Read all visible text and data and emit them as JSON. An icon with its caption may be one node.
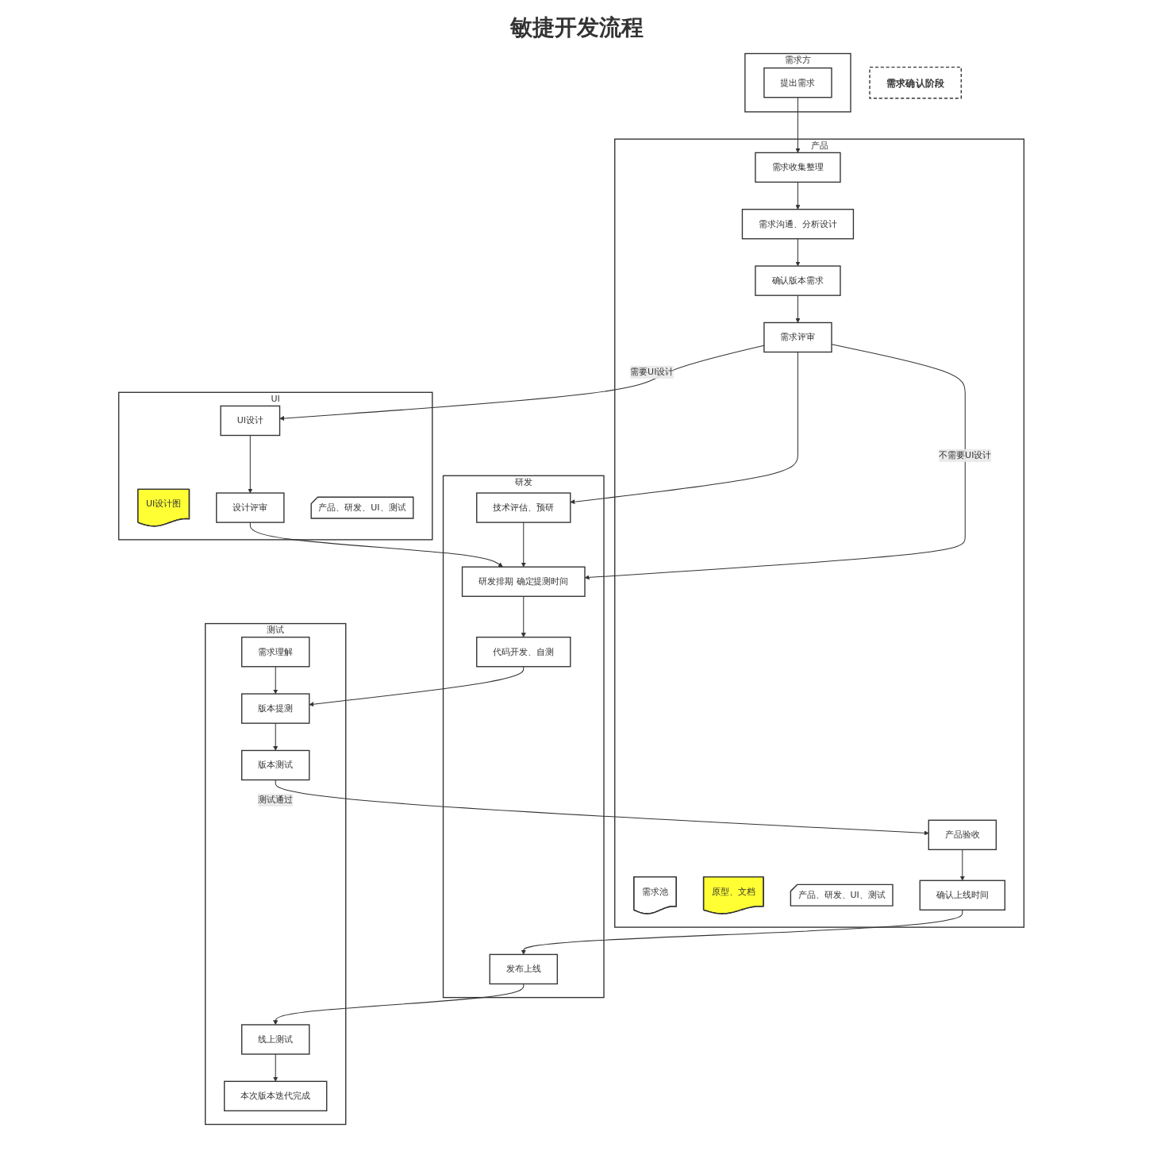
{
  "diagram": {
    "title": "敏捷开发流程",
    "nodes": [
      {
        "text": [
          "需求方"
        ]
      },
      {
        "text": [
          "产品"
        ]
      },
      {
        "text": [
          "UI"
        ]
      },
      {
        "text": [
          "研发"
        ]
      },
      {
        "text": [
          "测试"
        ]
      },
      {
        "text": [
          "需求确认阶段"
        ]
      },
      {
        "text": [
          "提出需求"
        ],
        "in": 0
      },
      {
        "text": [
          "需求收集整理"
        ],
        "in": 1
      },
      {
        "text": [
          "需求池"
        ],
        "in": 1
      },
      {
        "text": [
          "需求沟通、分析设计"
        ],
        "in": 1
      },
      {
        "text": [
          "原型、文档"
        ],
        "in": 1
      },
      {
        "text": [
          "确认版本需求"
        ],
        "in": 1
      },
      {
        "text": [
          "需求评审"
        ],
        "in": 1
      },
      {
        "text": [
          "产品、研发、UI、测试"
        ],
        "in": 1
      },
      {
        "text": [
          "UI设计"
        ],
        "in": 2
      },
      {
        "text": [
          "UI设计图"
        ],
        "in": 2
      },
      {
        "text": [
          "设计评审"
        ],
        "in": 2
      },
      {
        "text": [
          "产品、研发、UI、测试"
        ],
        "in": 2
      },
      {
        "text": [
          "需求理解"
        ],
        "in": 4
      },
      {
        "text": [
          "技术评估、预研"
        ],
        "in": 3
      },
      {
        "text": [
          "研发排期 确定提测时间"
        ],
        "in": 3
      },
      {
        "text": [
          "代码开发、自测"
        ],
        "in": 3
      },
      {
        "text": [
          "版本提测"
        ],
        "in": 4
      },
      {
        "text": [
          "版本测试"
        ],
        "in": 4
      },
      {
        "text": [
          "产品验收"
        ],
        "in": 1
      },
      {
        "text": [
          "确认上线时间"
        ],
        "in": 1
      },
      {
        "text": [
          "发布上线"
        ],
        "in": 3
      },
      {
        "text": [
          "线上测试"
        ],
        "in": 4
      },
      {
        "text": [
          "本次版本迭代完成"
        ],
        "in": 4
      }
    ],
    "edges": [
      {
        "from": 6,
        "to": 7,
        "arrow": "to"
      },
      {
        "from": 7,
        "to": 9,
        "arrow": "to"
      },
      {
        "from": 9,
        "to": 11,
        "arrow": "to"
      },
      {
        "from": 11,
        "to": 12,
        "arrow": "to"
      },
      {
        "from": 12,
        "to": 19,
        "arrow": "to"
      },
      {
        "from": 12,
        "to": 14,
        "arrow": "to",
        "label": "需要UI设计"
      },
      {
        "from": 12,
        "to": 20,
        "arrow": "to",
        "label": "不需要UI设计"
      },
      {
        "from": 14,
        "to": 16,
        "arrow": "to"
      },
      {
        "from": 16,
        "to": 20,
        "arrow": "to"
      },
      {
        "from": 19,
        "to": 20,
        "arrow": "to"
      },
      {
        "from": 20,
        "to": 21,
        "arrow": "to"
      },
      {
        "from": 21,
        "to": 22,
        "arrow": "to"
      },
      {
        "from": 18,
        "to": 22,
        "arrow": "to"
      },
      {
        "from": 22,
        "to": 23,
        "arrow": "to"
      },
      {
        "from": 23,
        "to": 24,
        "arrow": "to",
        "label": "测试通过"
      },
      {
        "from": 24,
        "to": 25,
        "arrow": "to"
      },
      {
        "from": 25,
        "to": 26,
        "arrow": "to"
      },
      {
        "from": 26,
        "to": 27,
        "arrow": "to"
      },
      {
        "from": 27,
        "to": 28,
        "arrow": "to"
      }
    ]
  }
}
